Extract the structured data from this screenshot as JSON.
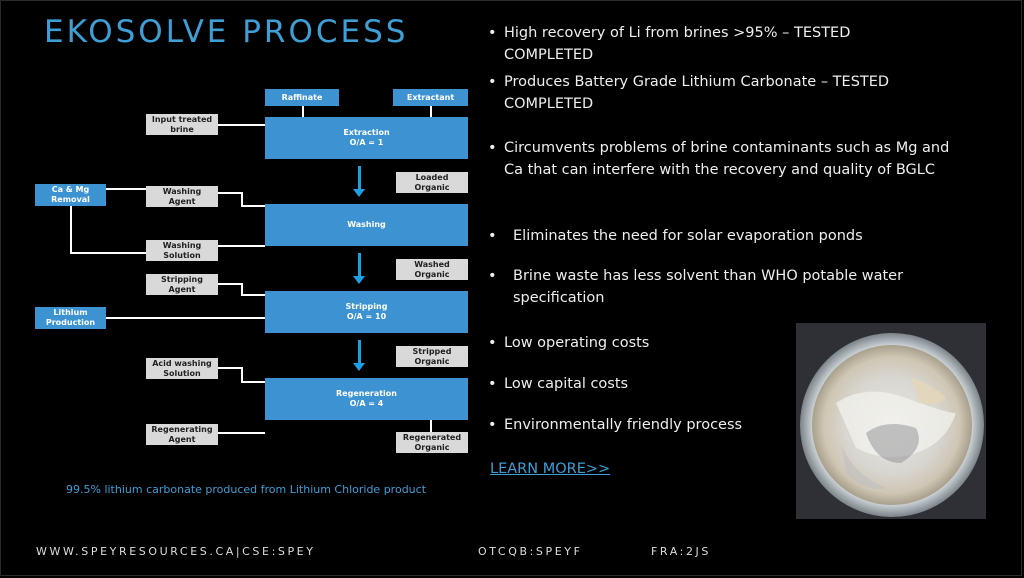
{
  "title": "EKOSOLVE PROCESS",
  "diagram": {
    "raffinate": "Raffinate",
    "extractant": "Extractant",
    "input_brine": "Input treated\nbrine",
    "extraction": "Extraction\nO/A = 1",
    "loaded_organic": "Loaded\nOrganic",
    "ca_mg_removal": "Ca & Mg\nRemoval",
    "washing_agent": "Washing\nAgent",
    "washing": "Washing",
    "washing_solution": "Washing\nSolution",
    "washed_organic": "Washed\nOrganic",
    "stripping_agent": "Stripping\nAgent",
    "lithium_production": "Lithium\nProduction",
    "stripping": "Stripping\nO/A = 10",
    "acid_washing_solution": "Acid washing\nSolution",
    "stripped_organic": "Stripped\nOrganic",
    "regeneration": "Regeneration\nO/A = 4",
    "regenerating_agent": "Regenerating\nAgent",
    "regenerated_organic": "Regenerated\nOrganic"
  },
  "caption": "99.5% lithium carbonate produced from Lithium Chloride  product",
  "bullets": [
    "High recovery of Li from brines >95% – TESTED COMPLETED",
    "Produces Battery Grade Lithium Carbonate – TESTED COMPLETED",
    "Circumvents problems of brine contaminants such as  Mg and Ca that can interfere with the recovery and  quality of BGLC",
    "Eliminates the need for solar evaporation ponds",
    "Brine waste has less solvent than WHO potable water specification",
    "Low operating costs",
    "Low capital costs",
    "Environmentally friendly process"
  ],
  "bullet_symbol": "•",
  "learn_more": "LEARN MORE>>",
  "footer": {
    "website": "WWW.SPEYRESOURCES.CA|CSE:SPEY",
    "otcqb": "OTCQB:SPEYF",
    "fra": "FRA:2JS"
  },
  "colors": {
    "accent": "#3d9fd6",
    "process_box": "#3d93d1",
    "label_box": "#d9d9d9",
    "arrow": "#1aa0e6"
  }
}
